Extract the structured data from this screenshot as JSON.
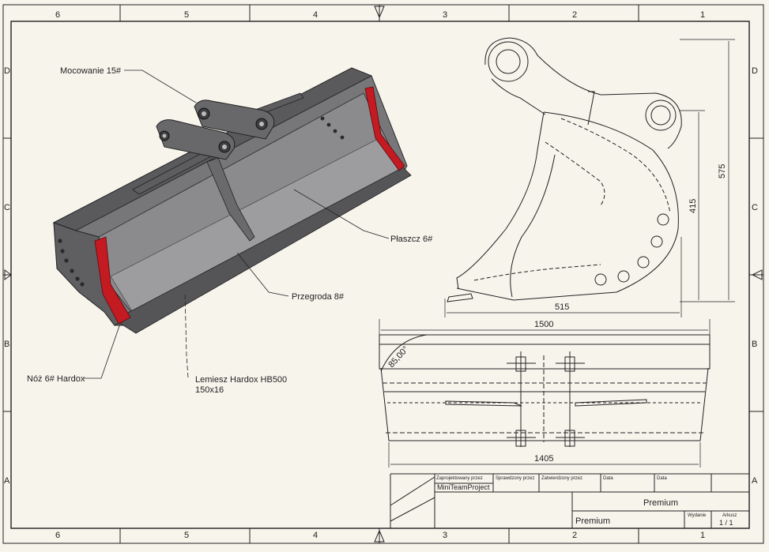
{
  "frame": {
    "zones_top": [
      "6",
      "5",
      "4",
      "3",
      "2",
      "1"
    ],
    "zones_side": [
      "D",
      "C",
      "B",
      "A"
    ]
  },
  "callouts": {
    "mocowanie": "Mocowanie 15#",
    "plaszcz": "Płaszcz 6#",
    "przegroda": "Przegroda 8#",
    "noz": "Nóż 6# Hardox",
    "lemiesz_line1": "Lemiesz Hardox HB500",
    "lemiesz_line2": "150x16"
  },
  "dimensions": {
    "side_height_total": "575",
    "side_height_inner": "415",
    "side_width": "515",
    "top_width": "1500",
    "bottom_width": "1405",
    "angle": "85,00°"
  },
  "title_block": {
    "designed_by_label": "Zaprojektowany przez",
    "checked_by_label": "Sprawdzony przez",
    "approved_by_label": "Zatwierdzony przez",
    "date_label_1": "Data",
    "date_label_2": "Data",
    "designer": "MiniTeamProject",
    "title": "Premium",
    "subtitle": "Premium",
    "edition_label": "Wydanie",
    "sheet_label": "Arkusz",
    "sheet_value": "1 / 1"
  },
  "colors": {
    "paper": "#f7f4ec",
    "steel": "#6e6e70",
    "steel_dark": "#4a4a4c",
    "steel_light": "#9a9a9c",
    "hardox_red": "#c41a22",
    "line": "#222222"
  }
}
